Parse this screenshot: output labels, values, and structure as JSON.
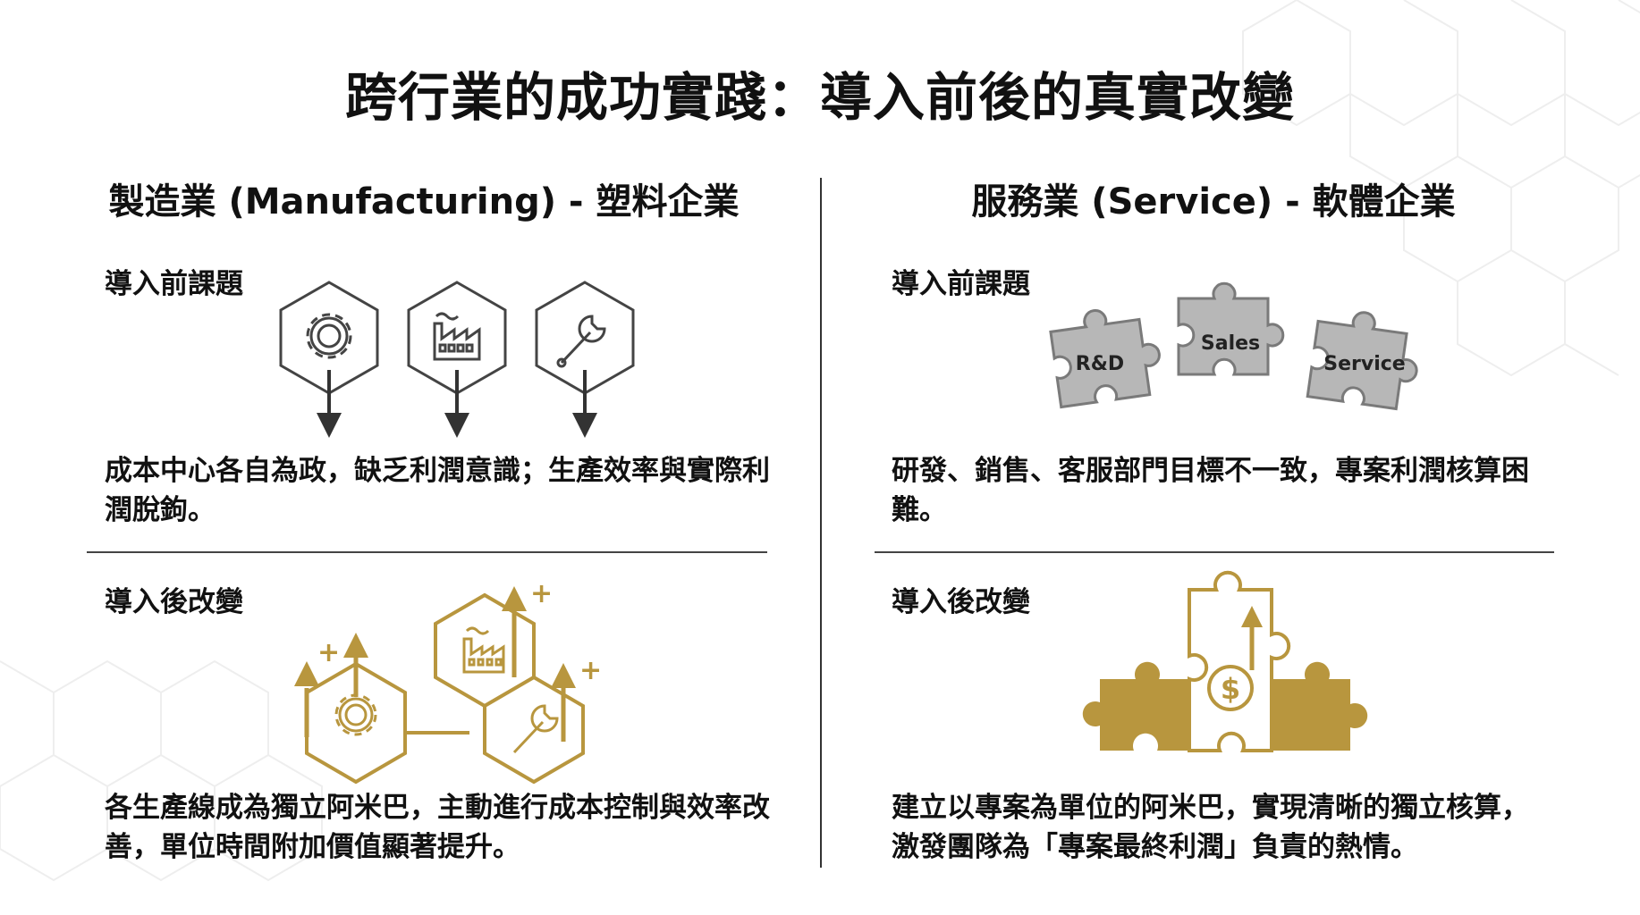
{
  "title": "跨行業的成功實踐：導入前後的真實改變",
  "colors": {
    "gold": "#b8963e",
    "gray_puzzle": "#b7b7b7",
    "dark": "#333333"
  },
  "left": {
    "heading": "製造業 (Manufacturing) - 塑料企業",
    "before_label": "導入前課題",
    "before_icons": [
      "gear-icon",
      "factory-icon",
      "wrench-icon"
    ],
    "before_text": "成本中心各自為政，缺乏利潤意識；生產效率與實際利潤脫鉤。",
    "after_label": "導入後改變",
    "after_plus": "+",
    "after_text": "各生產線成為獨立阿米巴，主動進行成本控制與效率改善，單位時間附加價值顯著提升。"
  },
  "right": {
    "heading": "服務業 (Service) - 軟體企業",
    "before_label": "導入前課題",
    "puzzles": [
      "R&D",
      "Sales",
      "Service"
    ],
    "before_text": "研發、銷售、客服部門目標不一致，專案利潤核算困難。",
    "after_label": "導入後改變",
    "after_symbol": "$",
    "after_text": "建立以專案為單位的阿米巴，實現清晰的獨立核算，激發團隊為「專案最終利潤」負責的熱情。"
  }
}
